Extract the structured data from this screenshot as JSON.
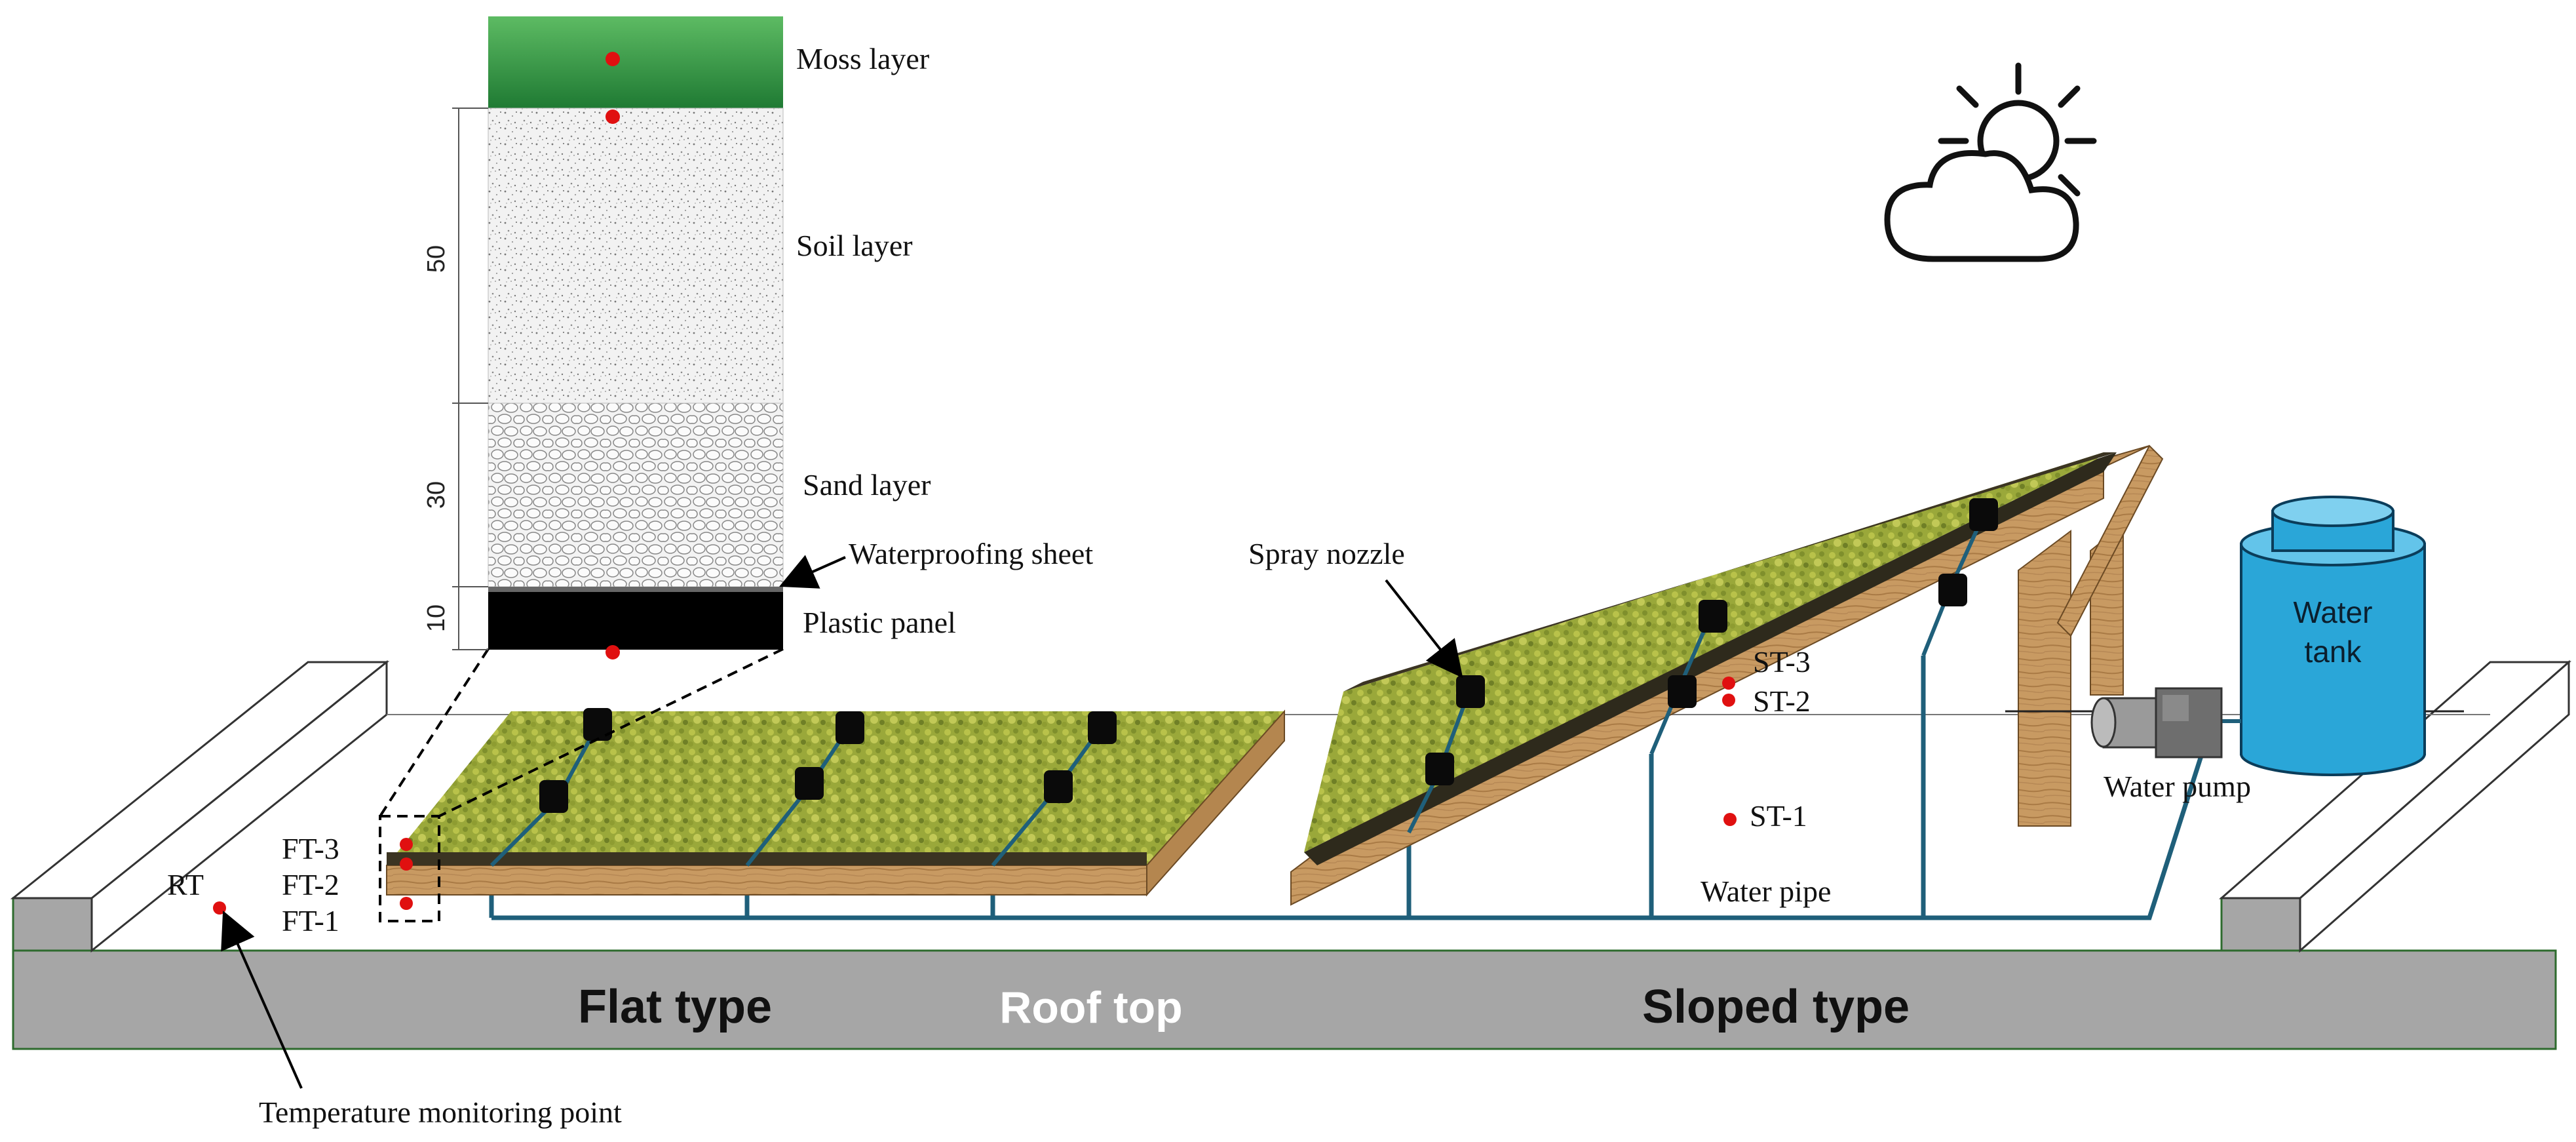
{
  "layers": {
    "moss": "Moss layer",
    "soil": "Soil layer",
    "sand": "Sand layer",
    "waterproofing": "Waterproofing sheet",
    "plastic": "Plastic panel"
  },
  "dimensions": {
    "soil": "50",
    "sand": "30",
    "plastic": "10"
  },
  "labels": {
    "spray_nozzle": "Spray nozzle",
    "water_tank": "Water tank",
    "water_tank_line1": "Water",
    "water_tank_line2": "tank",
    "water_pump": "Water pump",
    "water_pipe": "Water pipe",
    "monitoring_point": "Temperature monitoring point",
    "rt": "RT",
    "ft3": "FT-3",
    "ft2": "FT-2",
    "ft1": "FT-1",
    "st3": "ST-3",
    "st2": "ST-2",
    "st1": "ST-1",
    "flat_type": "Flat type",
    "roof_top": "Roof top",
    "sloped_type": "Sloped type"
  },
  "icons": {
    "weather": "sun-behind-cloud-icon"
  },
  "colors": {
    "moss_green": "#2e8b3c",
    "vegetation": "#9aa83a",
    "wood": "#c89a62",
    "pipe": "#1f5f7a",
    "tank": "#2aa6d8",
    "roof": "#a6a6a6",
    "sensor": "#e01010"
  }
}
